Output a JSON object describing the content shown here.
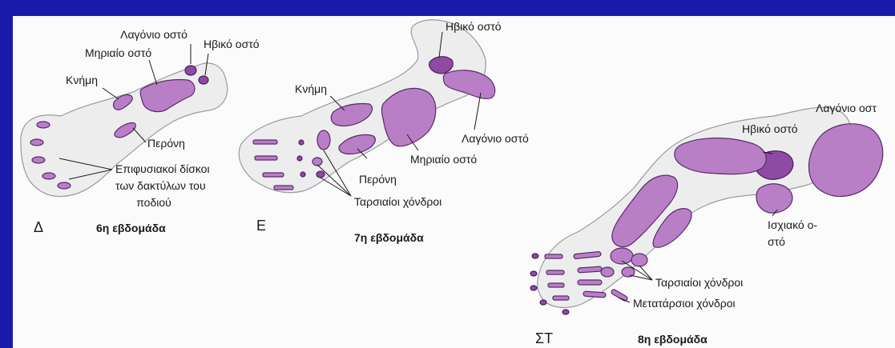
{
  "stages": [
    {
      "letter": "Δ",
      "week": "6η εβδομάδα",
      "labels": {
        "ilium": "Λαγόνιο οστό",
        "pubis": "Ηβικό οστό",
        "femur": "Μηριαίο οστό",
        "tibia": "Κνήμη",
        "fibula": "Περόνη",
        "epiphyseal_line1": "Επιφυσιακοί δίσκοι",
        "epiphyseal_line2": "των δακτύλων του",
        "epiphyseal_line3": "ποδιού"
      }
    },
    {
      "letter": "Ε",
      "week": "7η εβδομάδα",
      "labels": {
        "pubis": "Ηβικό οστό",
        "tibia": "Κνήμη",
        "ilium": "Λαγόνιο οστό",
        "femur": "Μηριαίο οστό",
        "fibula": "Περόνη",
        "tarsal": "Ταρσιαίοι χόνδροι"
      }
    },
    {
      "letter": "ΣΤ",
      "week": "8η εβδομάδα",
      "labels": {
        "pubis": "Ηβικό οστό",
        "ilium": "Λαγόνιο οστ",
        "ischium_line1": "Ισχιακό ο-",
        "ischium_line2": "στό",
        "tarsal": "Ταρσιαίοι χόνδροι",
        "metatarsal": "Μετατάρσιοι χόνδροι"
      }
    }
  ],
  "colors": {
    "background": "#1a1aa8",
    "panel": "#fbfbfc",
    "cartilage": "#b87fc6",
    "limb_bud": "#ededee"
  }
}
